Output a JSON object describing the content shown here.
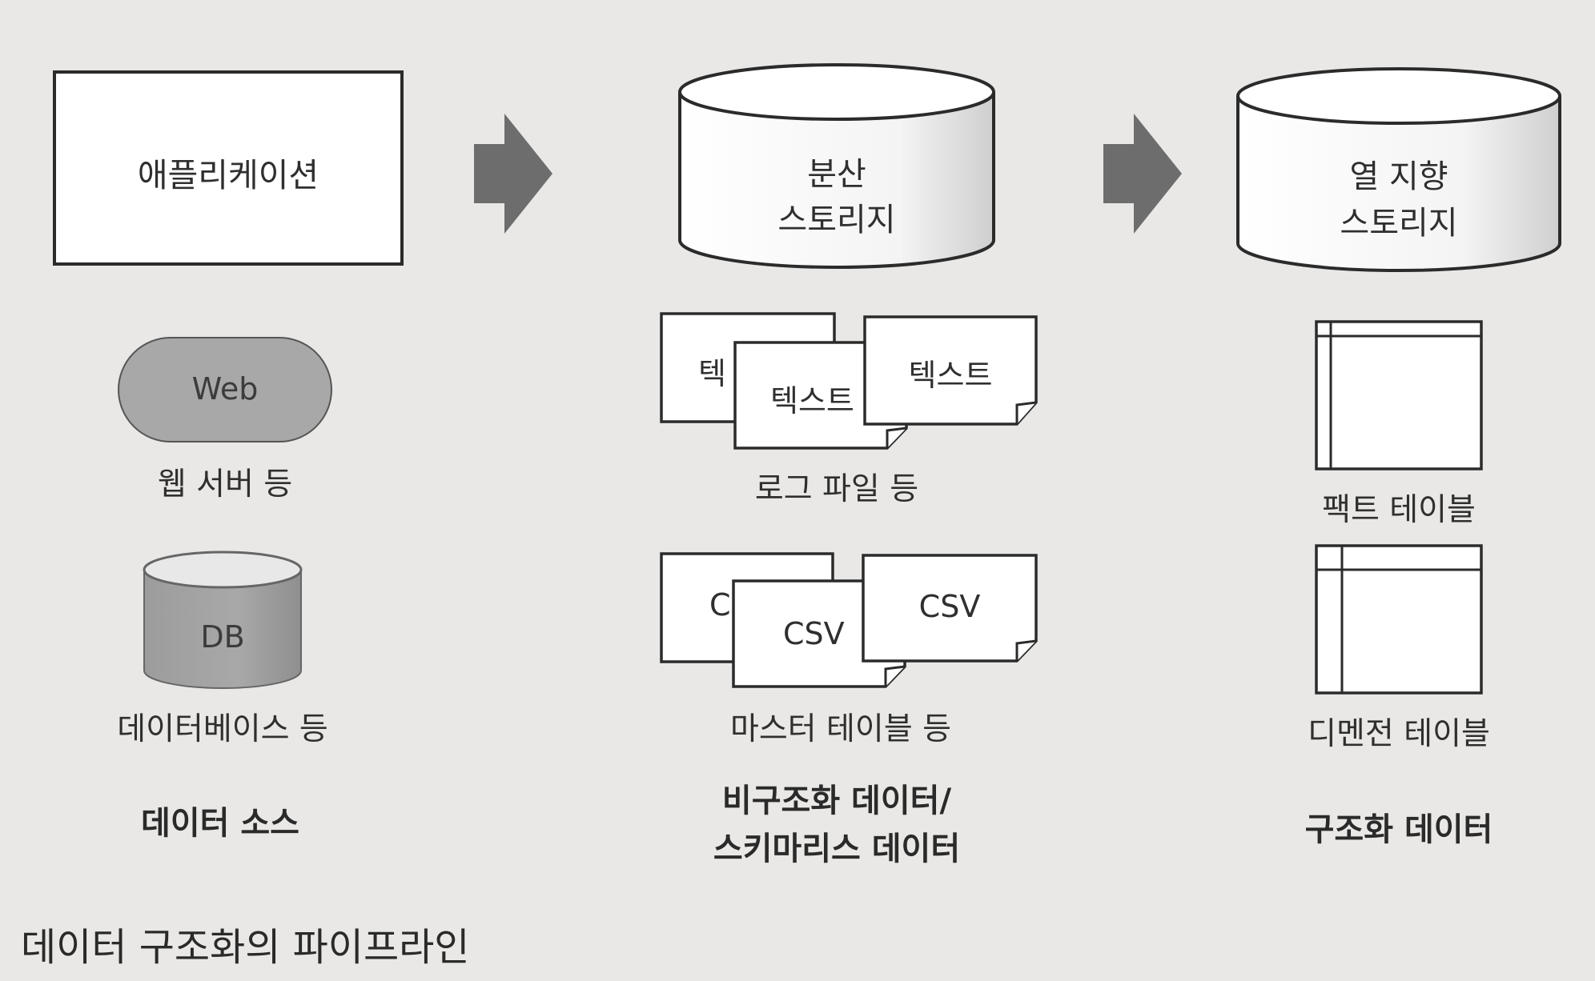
{
  "source": {
    "app_label": "애플리케이션",
    "web_label": "Web",
    "web_caption": "웹 서버 등",
    "db_label": "DB",
    "db_caption": "데이터베이스 등",
    "column_caption": "데이터 소스"
  },
  "distributed": {
    "storage_line1": "분산",
    "storage_line2": "스토리지",
    "text_doc_back": "텍",
    "text_doc_mid": "텍스트",
    "text_doc_front": "텍스트",
    "text_caption": "로그 파일 등",
    "csv_doc_back": "C",
    "csv_doc_mid": "CSV",
    "csv_doc_front": "CSV",
    "csv_caption": "마스터 테이블 등",
    "column_caption_line1": "비구조화 데이터/",
    "column_caption_line2": "스키마리스 데이터"
  },
  "columnar": {
    "storage_line1": "열 지향",
    "storage_line2": "스토리지",
    "fact_caption": "팩트 테이블",
    "dim_caption": "디멘전 테이블",
    "column_caption": "구조화 데이터"
  },
  "footer": {
    "title": "데이터 구조화의 파이프라인"
  },
  "colors": {
    "background": "#e9e8e6",
    "outline": "#2b2b2b",
    "arrow": "#6d6d6d",
    "web_fill": "#a8a8a8",
    "db_fill": "#a3a3a3"
  }
}
